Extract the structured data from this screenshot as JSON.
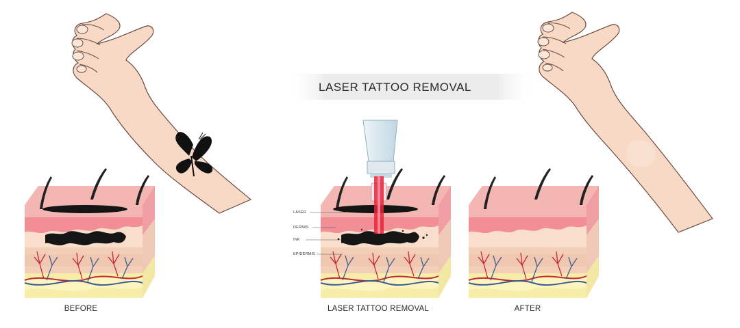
{
  "title": "LASER TATTOO REMOVAL",
  "captions": {
    "before": "BEFORE",
    "removal": "LASER TATTOO REMOVAL",
    "after": "AFTER"
  },
  "layer_labels": {
    "laser": "LASER",
    "dermis": "DERMIS",
    "ink": "INK",
    "epidermis": "EPIDERMIS"
  },
  "colors": {
    "skin": "#f7d9c6",
    "skin_outline": "#6b4a3e",
    "surface": "#f4b6b2",
    "epidermis": "#f28e95",
    "dermis": "#f6d8c2",
    "ink": "#151515",
    "fat": "#f6eea8",
    "vein_red": "#c2263a",
    "vein_blue": "#3b5d8f",
    "laser": "#e8233a",
    "device": "#dbe9ef"
  }
}
